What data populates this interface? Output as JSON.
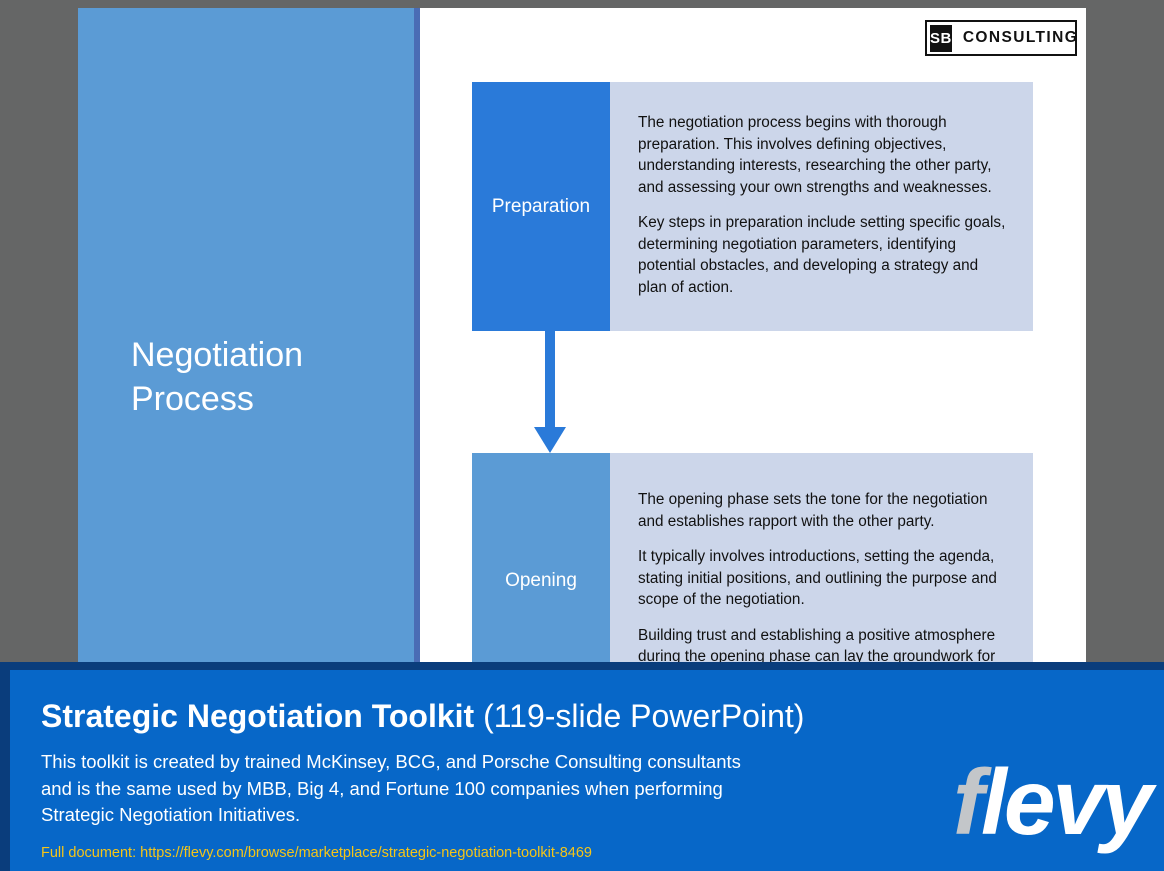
{
  "slide": {
    "title": "Negotiation\nProcess",
    "logo": {
      "mark": "SB",
      "word": "CONSULTING"
    },
    "phases": [
      {
        "label": "Preparation",
        "paragraphs": [
          "The negotiation process begins with thorough preparation. This involves defining objectives, understanding interests, researching the other party, and assessing your own strengths and weaknesses.",
          "Key steps in preparation include setting specific goals, determining negotiation parameters, identifying potential obstacles, and developing a strategy and plan of action."
        ]
      },
      {
        "label": "Opening",
        "paragraphs": [
          "The opening phase sets the tone for the negotiation and establishes rapport with the other party.",
          "It typically involves introductions, setting the agenda, stating initial positions, and outlining the purpose and scope of the negotiation.",
          "Building trust and establishing a positive atmosphere during the opening phase can lay the groundwork for productive discussions."
        ]
      }
    ]
  },
  "banner": {
    "title_strong": "Strategic Negotiation Toolkit",
    "title_light": " (119-slide PowerPoint)",
    "description": "This toolkit is created by trained McKinsey, BCG, and Porsche Consulting consultants\nand is the same used by MBB, Big 4, and Fortune 100 companies when performing\nStrategic Negotiation Initiatives.",
    "link": "Full document: https://flevy.com/browse/marketplace/strategic-negotiation-toolkit-8469",
    "brand_f": "f",
    "brand_rest": "levy"
  },
  "colors": {
    "app_background": "#656666",
    "slide_background": "#ffffff",
    "panel_blue": "#5b9bd5",
    "panel_edge": "#4a6cb5",
    "accent_blue": "#2a7ad9",
    "body_panel": "#ccd6ea",
    "banner_blue": "#0767c8",
    "banner_border": "#0a3d7c",
    "link_yellow": "#f5c518"
  }
}
